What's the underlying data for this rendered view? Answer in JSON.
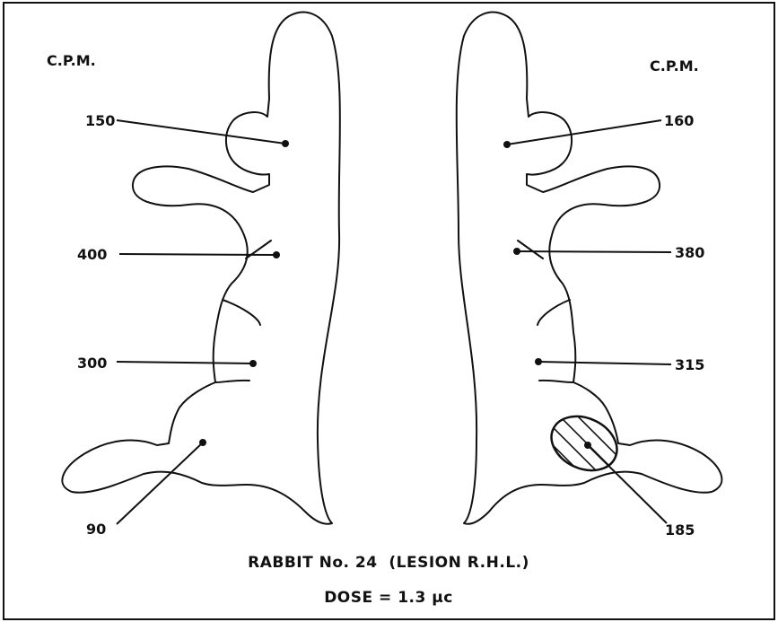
{
  "left_header": "C.P.M.",
  "right_header": "C.P.M.",
  "left_readings": [
    "150",
    "400",
    "300",
    "90"
  ],
  "right_readings": [
    "160",
    "380",
    "315",
    "185"
  ],
  "caption_title": "RABBIT No. 24  (LESION R.H.L.)",
  "caption_dose": "DOSE = 1.3 μc",
  "colors": {
    "ink": "#111111",
    "paper": "#ffffff"
  }
}
